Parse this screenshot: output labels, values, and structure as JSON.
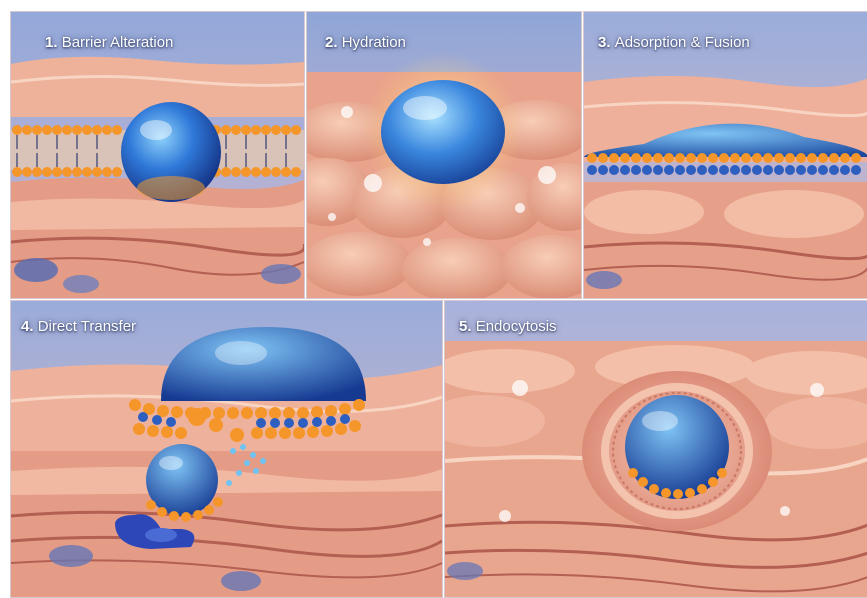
{
  "panels": [
    {
      "number": "1.",
      "label": "Barrier Alteration"
    },
    {
      "number": "2.",
      "label": "Hydration"
    },
    {
      "number": "3.",
      "label": "Adsorption & Fusion"
    },
    {
      "number": "4.",
      "label": "Direct Transfer"
    },
    {
      "number": "5.",
      "label": "Endocytosis"
    }
  ],
  "colors": {
    "sky": "#8fa6d8",
    "skin": "#e9a58c",
    "skin_light": "#f6c6ae",
    "skin_dark": "#c97864",
    "vesicle": "#2f6fd0",
    "vesicle_light": "#7fc4f5",
    "lipid_head": "#f59a2a",
    "tissue_blue": "#5b6fb0",
    "receptor": "#2d47b8"
  }
}
